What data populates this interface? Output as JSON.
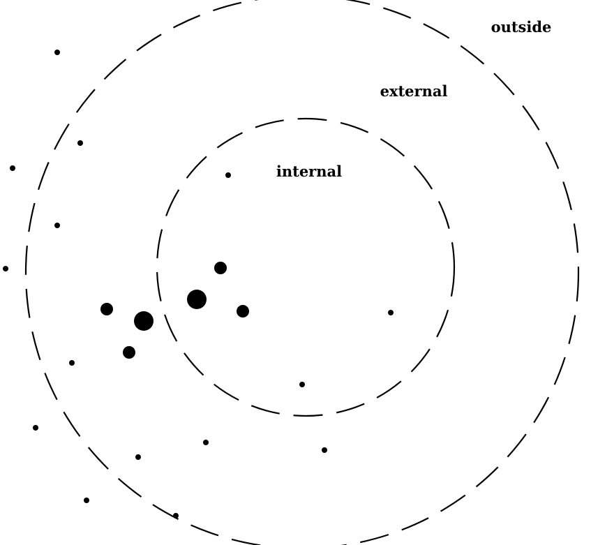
{
  "zones": [
    {
      "id": "outer",
      "label": "outside"
    },
    {
      "id": "middle",
      "label": "external"
    },
    {
      "id": "inner",
      "label": "internal"
    }
  ],
  "colors": {
    "ink": "#000000",
    "background": "#ffffff"
  }
}
